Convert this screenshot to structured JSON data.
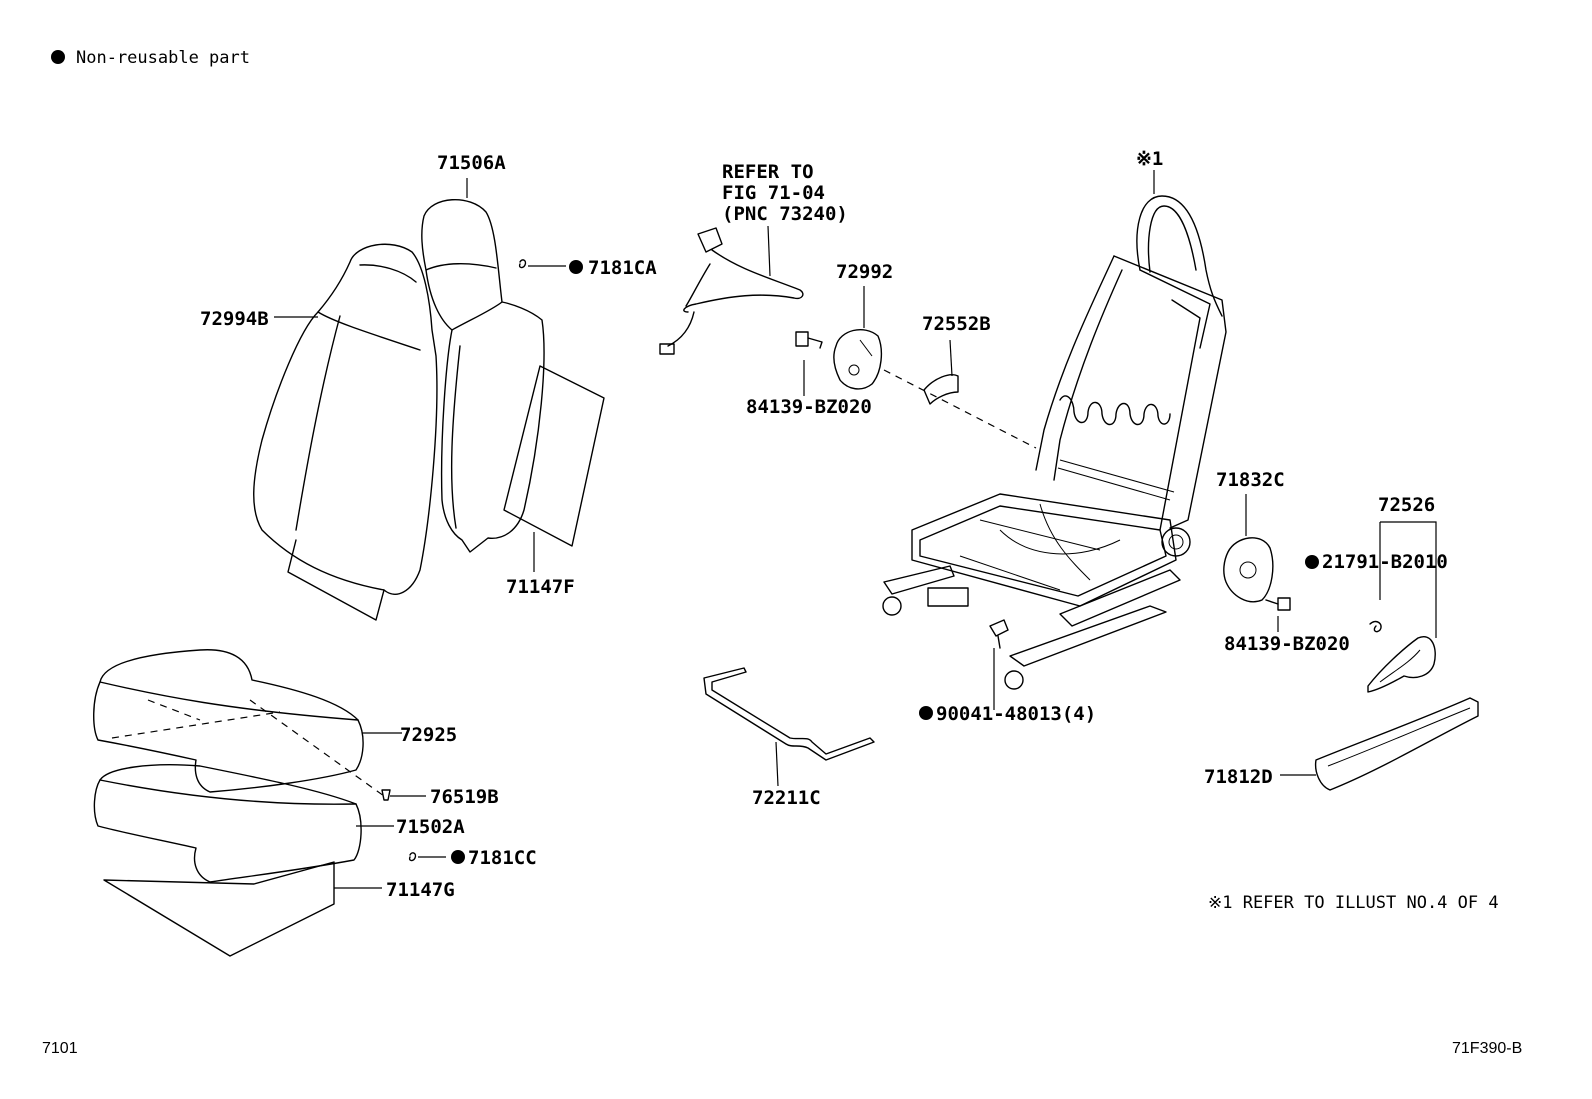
{
  "legend": {
    "marker": "●",
    "text": "Non-reusable part"
  },
  "refer_note": {
    "line1": "REFER TO",
    "line2": "FIG 71-04",
    "line3": "(PNC 73240)"
  },
  "labels": {
    "p71506A": "71506A",
    "p7181CA": "7181CA",
    "p72994B": "72994B",
    "p71147F": "71147F",
    "p72992": "72992",
    "p84139_left": "84139-BZ020",
    "p72552B": "72552B",
    "pRefer1": "※1",
    "p71832C": "71832C",
    "p72526": "72526",
    "p21791": "21791-B2010",
    "p84139_right": "84139-BZ020",
    "p90041": "90041-48013(4)",
    "p72925": "72925",
    "p76519B": "76519B",
    "p71502A": "71502A",
    "p7181CC": "7181CC",
    "p71147G": "71147G",
    "p72211C": "72211C",
    "p71812D": "71812D"
  },
  "footnote": "※1 REFER TO ILLUST NO.4 OF 4",
  "page_code_left": "7101",
  "page_code_right": "71F390-B"
}
